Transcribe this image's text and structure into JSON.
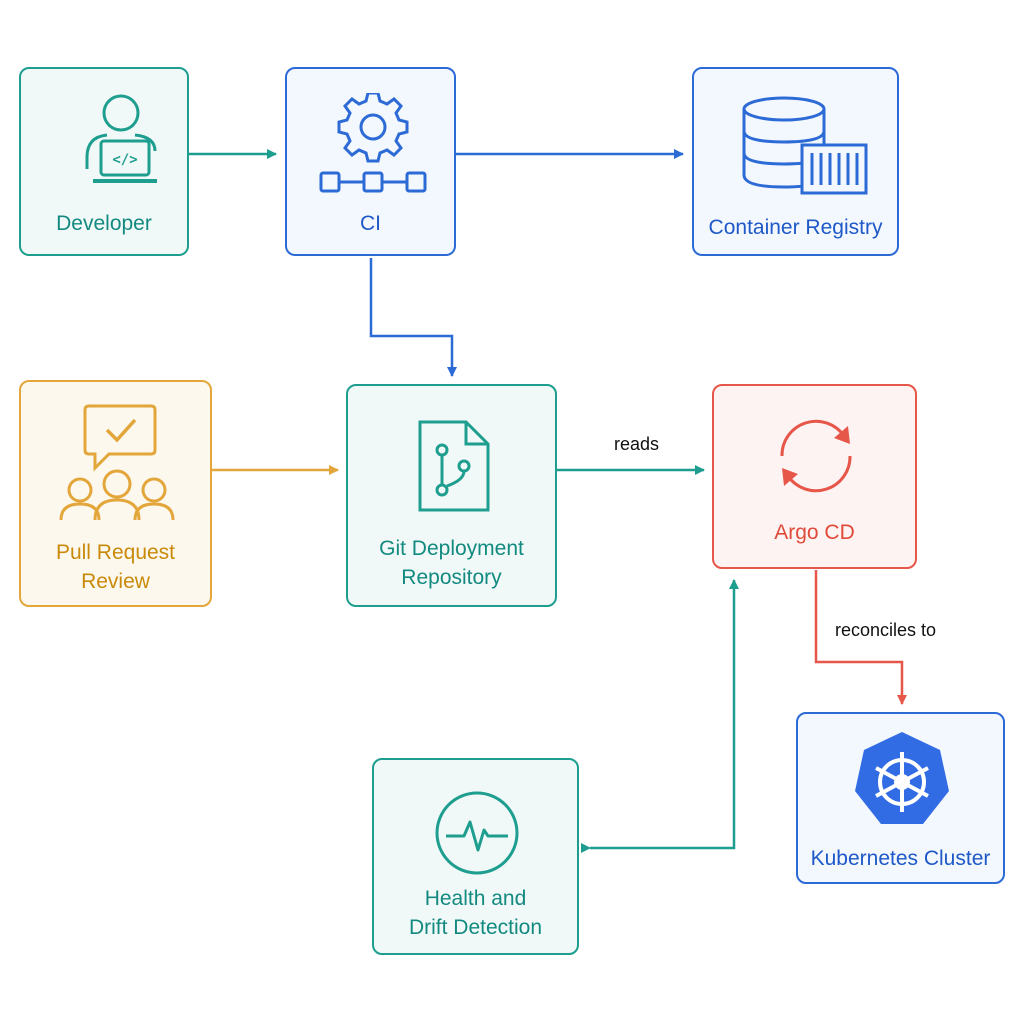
{
  "nodes": {
    "developer": {
      "label": "Developer",
      "icon": "developer-laptop-icon"
    },
    "ci": {
      "label": "CI",
      "icon": "gear-pipeline-icon"
    },
    "container_registry": {
      "label": "Container Registry",
      "icon": "database-container-icon"
    },
    "pull_request_review": {
      "label": "Pull Request\nReview",
      "icon": "review-team-icon"
    },
    "git_deployment_repository": {
      "label": "Git Deployment\nRepository",
      "icon": "git-file-icon"
    },
    "argo_cd": {
      "label": "Argo CD",
      "icon": "sync-icon"
    },
    "kubernetes_cluster": {
      "label": "Kubernetes Cluster",
      "icon": "kubernetes-helm-icon"
    },
    "health_drift_detection": {
      "label": "Health and\nDrift Detection",
      "icon": "pulse-icon"
    }
  },
  "edge_labels": {
    "reads": "reads",
    "reconciles_to": "reconciles to"
  },
  "colors": {
    "teal": "#1e9e8f",
    "blue": "#2c6ad6",
    "gold": "#e2a63b",
    "red": "#e6574a",
    "kubernetes": "#326ce5"
  }
}
